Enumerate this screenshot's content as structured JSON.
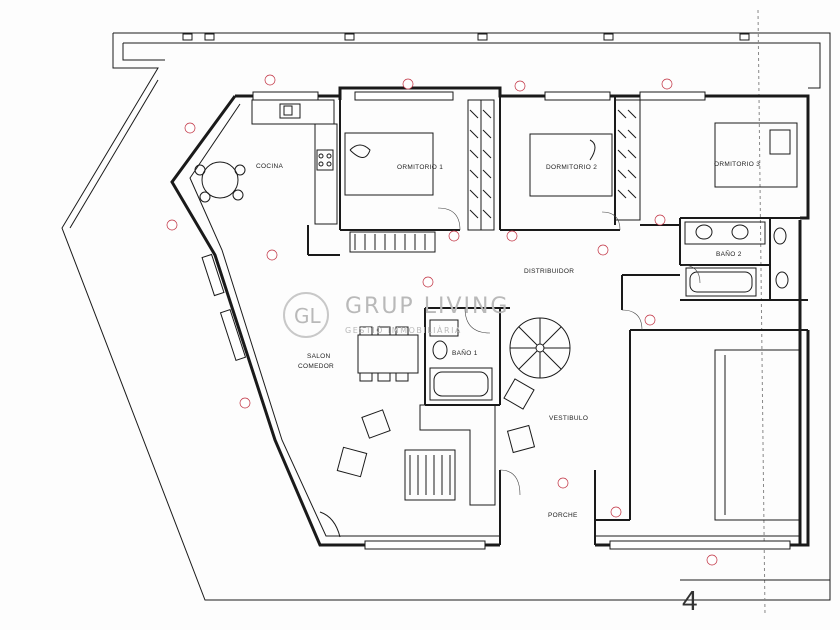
{
  "plan": {
    "rooms": {
      "cocina": "COCINA",
      "dormitorio1": "ORMITORIO 1",
      "dormitorio2": "DORMITORIO 2",
      "dormitorio3": "ORMITORIO 3",
      "distribuidor": "DISTRIBUIDOR",
      "bano1": "BAÑO 1",
      "bano2": "BAÑO 2",
      "salon": "SALON",
      "comedor": "COMEDOR",
      "vestibulo": "VESTIBULO",
      "porche": "PORCHE"
    },
    "watermark": {
      "brand": "GRUP LIVING",
      "tagline": "GESTIÓ IMMOBILIÀRIA",
      "logo_letters": "GL"
    },
    "sheet_mark": "4",
    "colors": {
      "line": "#1a1a1a",
      "bubble": "#c03040",
      "watermark": "#b9b9b9"
    }
  }
}
